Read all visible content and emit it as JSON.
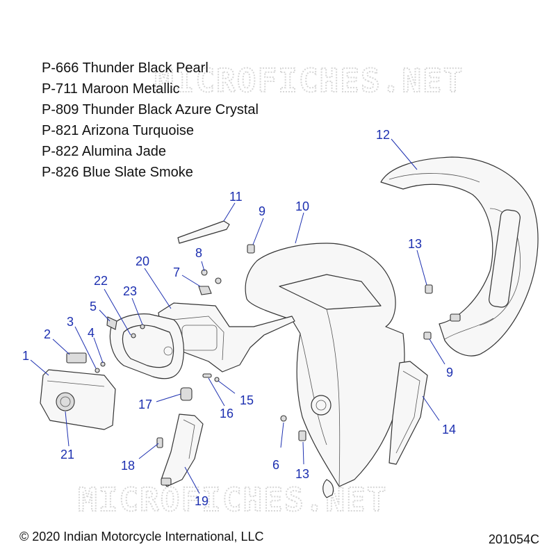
{
  "paint_codes": [
    "P-666 Thunder Black Pearl",
    "P-711 Maroon Metallic",
    "P-809 Thunder Black Azure Crystal",
    "P-821 Arizona Turquoise",
    "P-822 Alumina Jade",
    "P-826 Blue Slate Smoke"
  ],
  "watermark": "MICROFICHES.NET",
  "copyright": "© 2020 Indian Motorcycle International, LLC",
  "figure_number": "201054C",
  "callouts": {
    "c1": "1",
    "c2": "2",
    "c3": "3",
    "c4": "4",
    "c5": "5",
    "c6": "6",
    "c7": "7",
    "c8": "8",
    "c9a": "9",
    "c9b": "9",
    "c10": "10",
    "c11": "11",
    "c12": "12",
    "c13a": "13",
    "c13b": "13",
    "c14": "14",
    "c15": "15",
    "c16": "16",
    "c17": "17",
    "c18": "18",
    "c19": "19",
    "c20": "20",
    "c21": "21",
    "c22": "22",
    "c23": "23"
  },
  "colors": {
    "callout": "#1c2fb0",
    "line_art": "#333333",
    "watermark": "#d6d6d6"
  }
}
